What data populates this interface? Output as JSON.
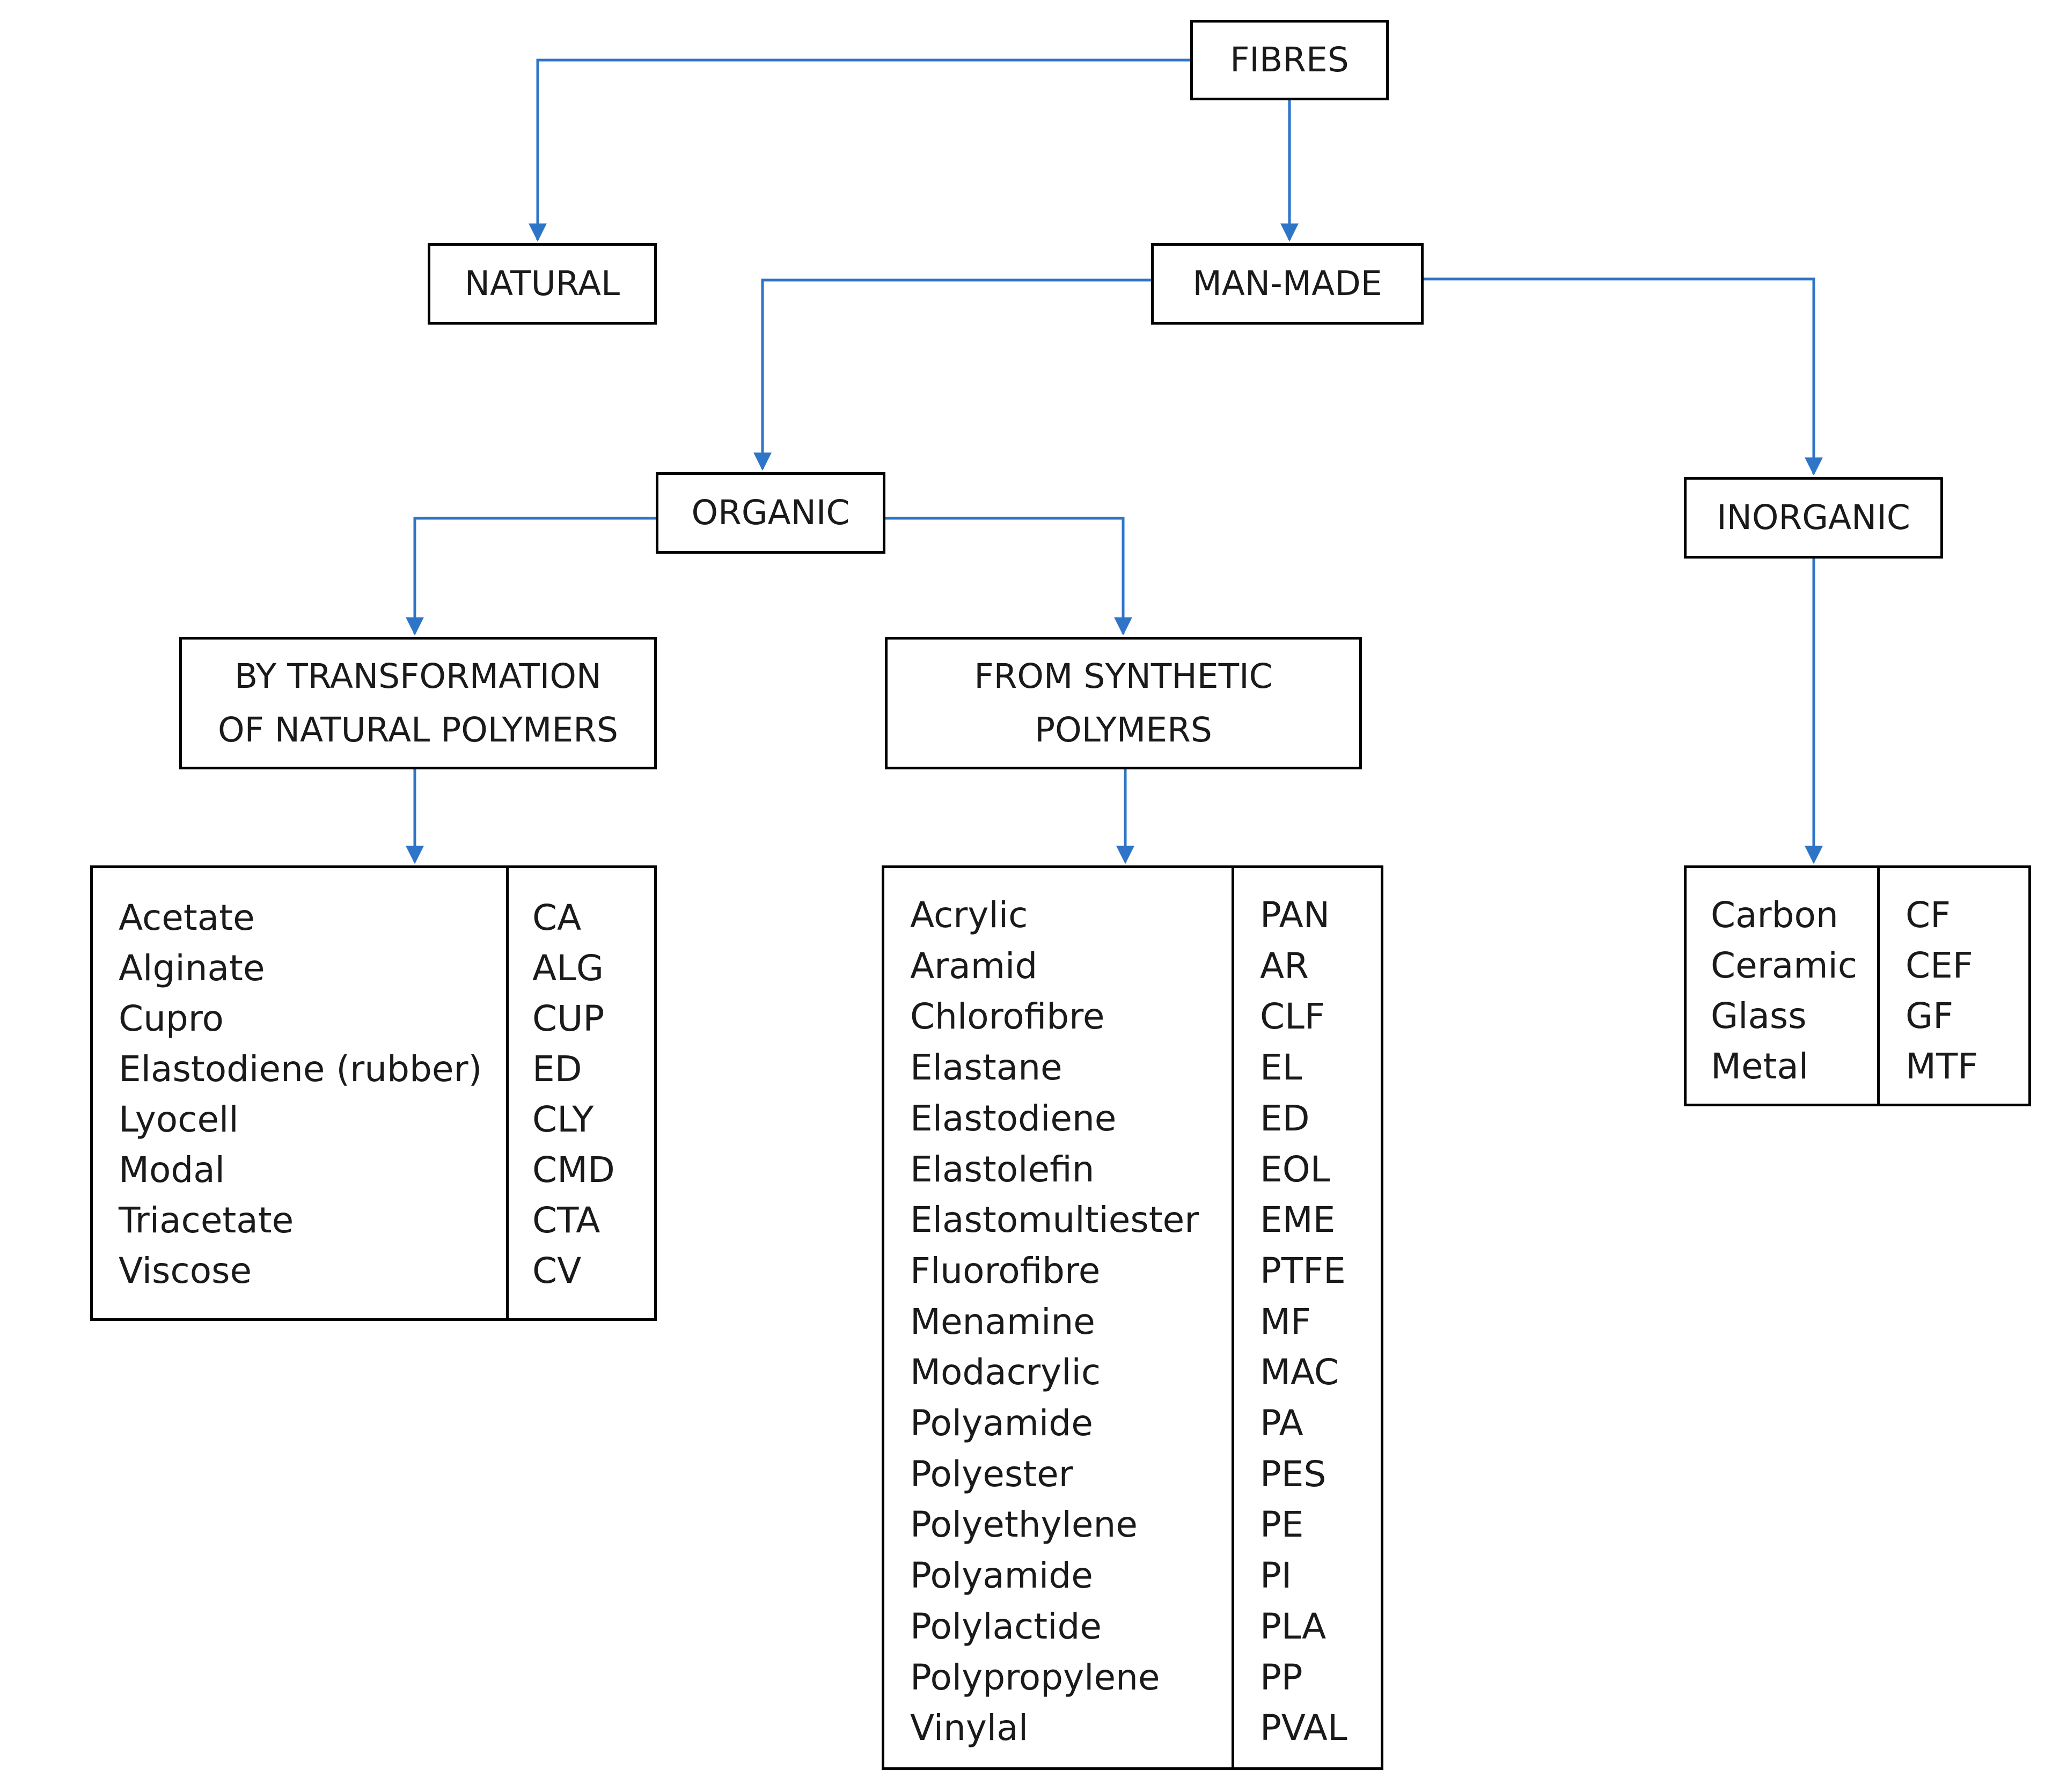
{
  "colors": {
    "connector": "#2e75c8",
    "border": "#000000",
    "text": "#1a1a1a"
  },
  "nodes": {
    "fibres": "FIBRES",
    "natural": "NATURAL",
    "man_made": "MAN-MADE",
    "organic": "ORGANIC",
    "inorganic": "INORGANIC",
    "transformation": [
      "BY TRANSFORMATION",
      "OF NATURAL POLYMERS"
    ],
    "synthetic": [
      "FROM SYNTHETIC",
      "POLYMERS"
    ]
  },
  "lists": {
    "natural_polymers": {
      "names": [
        "Acetate",
        "Alginate",
        "Cupro",
        "Elastodiene (rubber)",
        "Lyocell",
        "Modal",
        "Triacetate",
        "Viscose"
      ],
      "codes": [
        "CA",
        "ALG",
        "CUP",
        "ED",
        "CLY",
        "CMD",
        "CTA",
        "CV"
      ]
    },
    "synthetic_polymers": {
      "names": [
        "Acrylic",
        "Aramid",
        "Chlorofibre",
        "Elastane",
        "Elastodiene",
        "Elastolefin",
        "Elastomultiester",
        "Fluorofibre",
        "Menamine",
        "Modacrylic",
        "Polyamide",
        "Polyester",
        "Polyethylene",
        "Polyamide",
        "Polylactide",
        "Polypropylene",
        "Vinylal"
      ],
      "codes": [
        "PAN",
        "AR",
        "CLF",
        "EL",
        "ED",
        "EOL",
        "EME",
        "PTFE",
        "MF",
        "MAC",
        "PA",
        "PES",
        "PE",
        "PI",
        "PLA",
        "PP",
        "PVAL"
      ]
    },
    "inorganic": {
      "names": [
        "Carbon",
        "Ceramic",
        "Glass",
        "Metal"
      ],
      "codes": [
        "CF",
        "CEF",
        "GF",
        "MTF"
      ]
    }
  }
}
